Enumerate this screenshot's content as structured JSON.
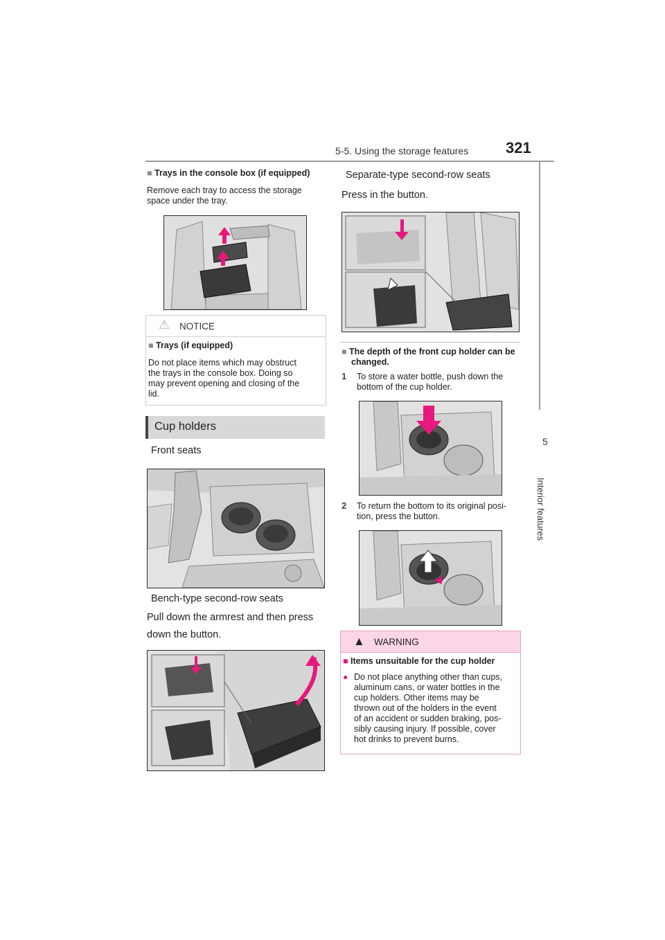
{
  "header": {
    "section_title": "5-5. Using the storage features",
    "page_number": "321"
  },
  "side_tab": {
    "chapter_number": "5",
    "chapter_title": "Interior features"
  },
  "left_column": {
    "trays_heading": "Trays in the console box (if equipped)",
    "trays_text_1": "Remove each tray to access the storage",
    "trays_text_2": "space under the tray.",
    "notice": {
      "label": "NOTICE",
      "heading": "Trays (if equipped)",
      "lines": [
        "Do not place items which may obstruct",
        "the trays in the console box. Doing so",
        "may prevent opening and closing of the",
        "lid."
      ]
    },
    "cup_holders_title": "Cup holders",
    "front_seats_label": "Front seats",
    "bench_label": "Bench-type second-row seats",
    "bench_text_1": "Pull down the armrest and then press",
    "bench_text_2": "down the button."
  },
  "right_column": {
    "separate_label": "Separate-type second-row seats",
    "separate_text": "Press in the button.",
    "depth_heading_1": "The depth of the front cup holder can be",
    "depth_heading_2": "changed.",
    "step1_num": "1",
    "step1_lines": [
      "To store a water bottle, push down the",
      "bottom of the cup holder."
    ],
    "step2_num": "2",
    "step2_lines": [
      "To return the bottom to its original posi-",
      "tion, press the button."
    ],
    "warning": {
      "label": "WARNING",
      "heading": "Items unsuitable for the cup holder",
      "lines": [
        "Do not place anything other than cups,",
        "aluminum cans, or water bottles in the",
        "cup holders. Other items may be",
        "thrown out of the holders in the event",
        "of an accident or sudden braking, pos-",
        "sibly causing injury. If possible, cover",
        "hot drinks to prevent burns."
      ]
    }
  },
  "colors": {
    "accent_pink": "#e6197e",
    "warning_bg": "#fbd5e8",
    "rule_gray": "#9a9a9a"
  },
  "glyphs": {
    "square_bullet": "■",
    "triangle_bullet": "",
    "circle_bullet": "●",
    "notice_icon": "⚠",
    "warning_icon": "▲"
  }
}
